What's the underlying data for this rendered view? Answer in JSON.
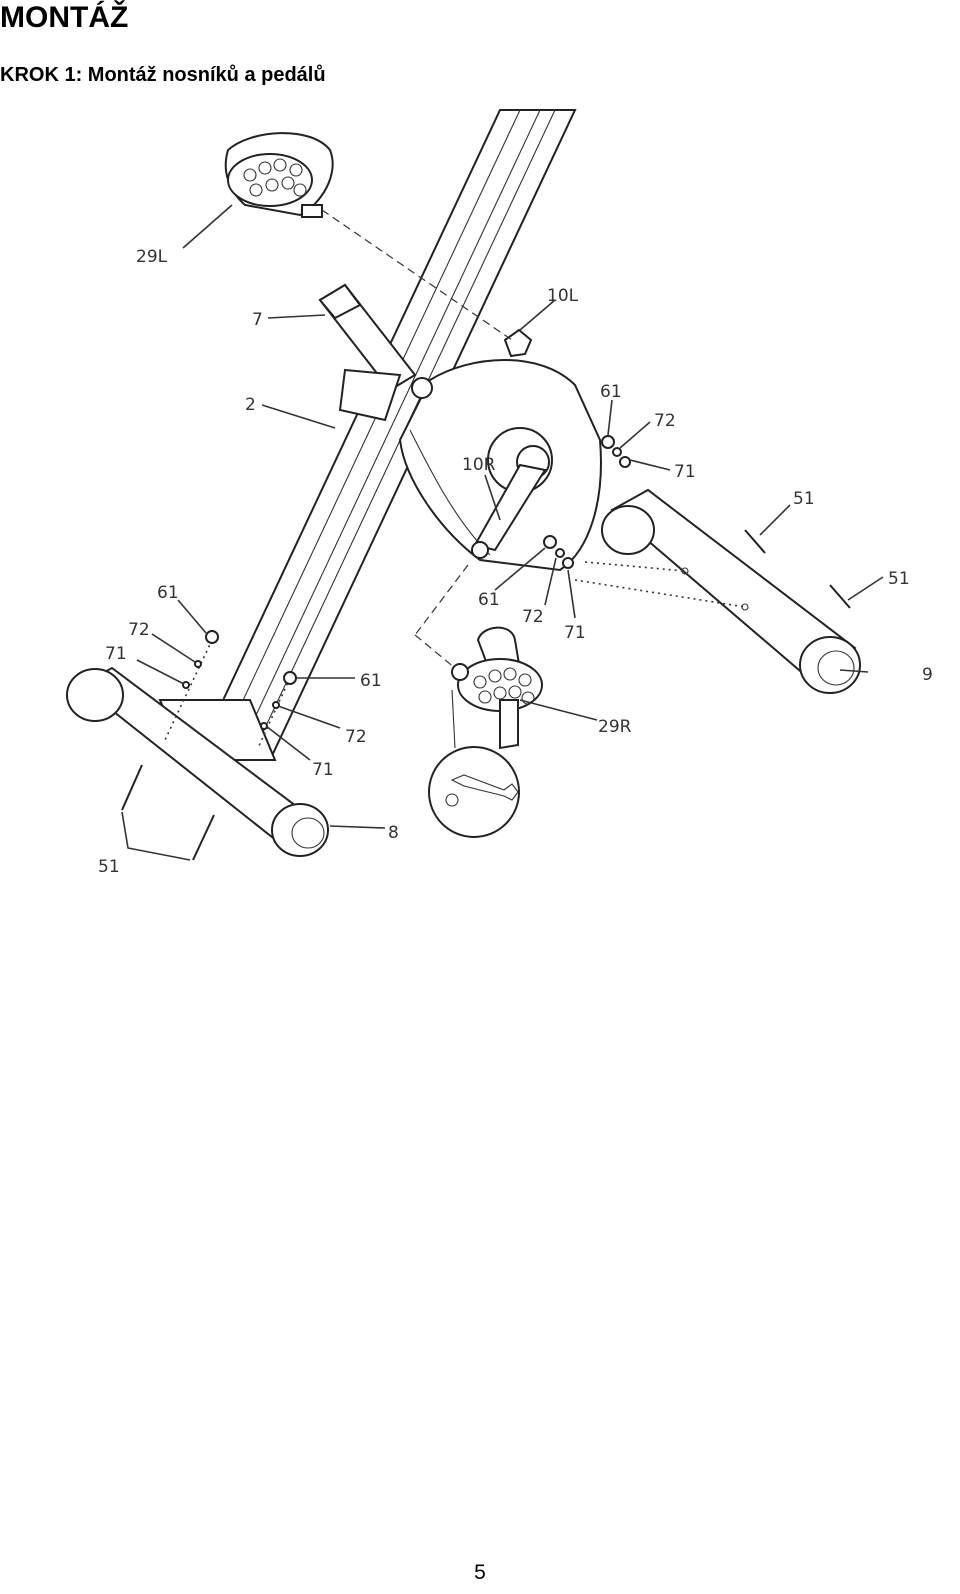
{
  "header": {
    "title": "MONTÁŽ",
    "step": "KROK 1: Montáž nosníků a pedálů"
  },
  "diagram": {
    "callouts": {
      "c29L": "29L",
      "c10L": "10L",
      "c7": "7",
      "c2": "2",
      "c61a": "61",
      "c72a": "72",
      "c71a": "71",
      "c10R": "10R",
      "c51a": "51",
      "c51b": "51",
      "c61b": "61",
      "c72b": "72",
      "c71b": "71",
      "c9": "9",
      "c61c": "61",
      "c72c": "72",
      "c71c": "71",
      "c61d": "61",
      "c72d": "72",
      "c71d": "71",
      "c29R": "29R",
      "c8": "8",
      "c51c": "51"
    }
  },
  "footer": {
    "page_number": "5"
  }
}
